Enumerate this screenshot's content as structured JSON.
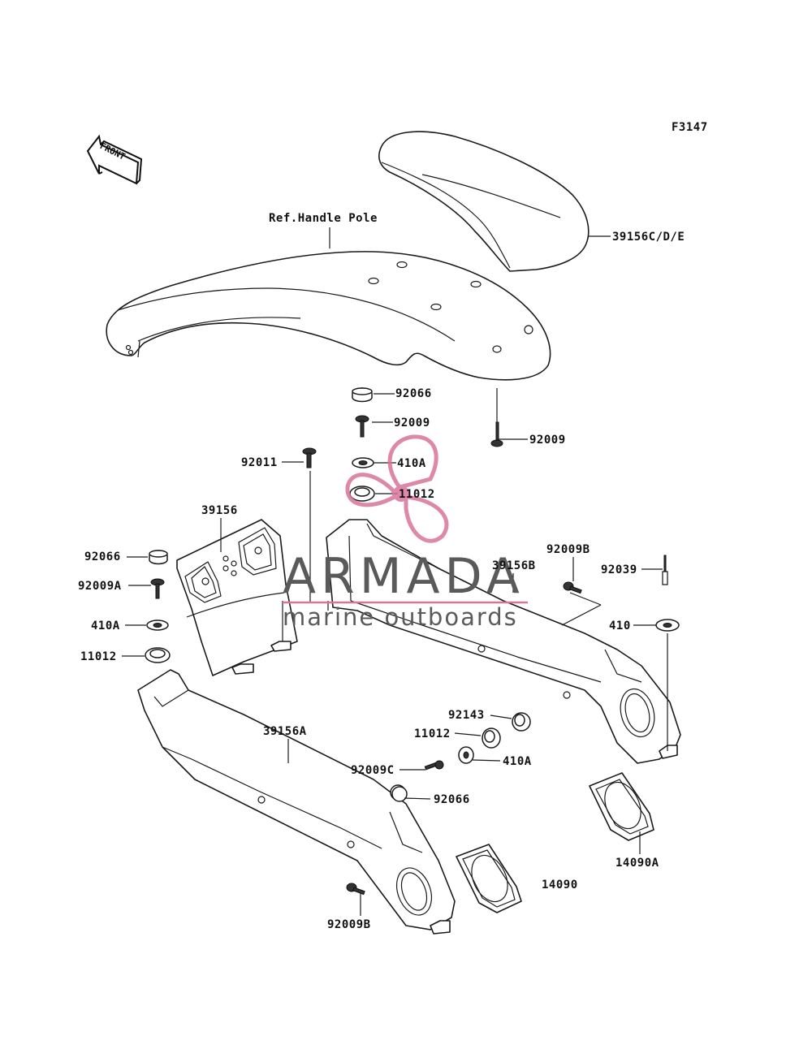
{
  "figure_code": "F3147",
  "front_label": "FRONT",
  "ref_label": "Ref.Handle Pole",
  "watermark": {
    "name": "ARMADA",
    "tagline": "marine outboards",
    "color": "#d9749a"
  },
  "callouts": [
    {
      "id": "c1",
      "text": "39156C/D/E"
    },
    {
      "id": "c2",
      "text": "92066"
    },
    {
      "id": "c3",
      "text": "92009"
    },
    {
      "id": "c4",
      "text": "92009"
    },
    {
      "id": "c5",
      "text": "92011"
    },
    {
      "id": "c6",
      "text": "410A"
    },
    {
      "id": "c7",
      "text": "11012"
    },
    {
      "id": "c8",
      "text": "39156"
    },
    {
      "id": "c9",
      "text": "92066"
    },
    {
      "id": "c10",
      "text": "92009A"
    },
    {
      "id": "c11",
      "text": "410A"
    },
    {
      "id": "c12",
      "text": "11012"
    },
    {
      "id": "c13",
      "text": "39156B"
    },
    {
      "id": "c14",
      "text": "92009B"
    },
    {
      "id": "c15",
      "text": "92039"
    },
    {
      "id": "c16",
      "text": "410"
    },
    {
      "id": "c17",
      "text": "92143"
    },
    {
      "id": "c18",
      "text": "11012"
    },
    {
      "id": "c19",
      "text": "410A"
    },
    {
      "id": "c20",
      "text": "92009C"
    },
    {
      "id": "c21",
      "text": "92066"
    },
    {
      "id": "c22",
      "text": "39156A"
    },
    {
      "id": "c23",
      "text": "14090A"
    },
    {
      "id": "c24",
      "text": "14090"
    },
    {
      "id": "c25",
      "text": "92009B"
    }
  ]
}
